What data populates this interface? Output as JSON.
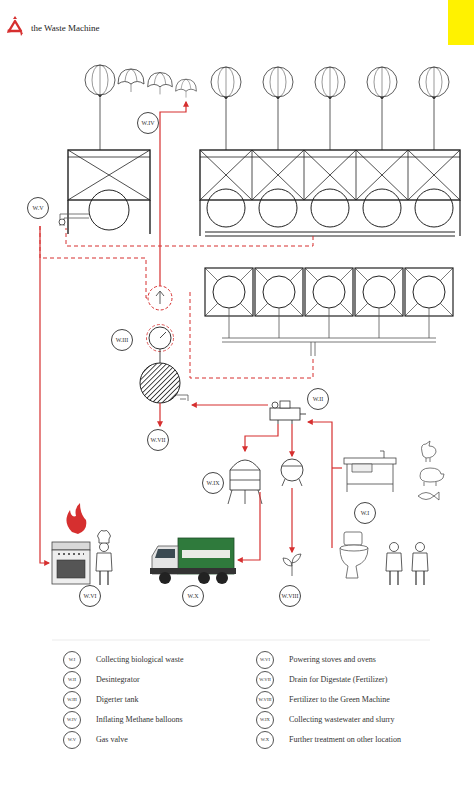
{
  "diagram": {
    "title": "the Waste Machine",
    "labels": [
      "W.I",
      "W.II",
      "W.III",
      "W.IV",
      "W.V",
      "W.VI",
      "W.VII",
      "W.VIII",
      "W.IX",
      "W.X",
      "W.I",
      "W.II",
      "W.III",
      "W.IV",
      "W.V",
      "W.VI",
      "W.VII",
      "W.VIII",
      "W.IX",
      "W.X"
    ],
    "legend": [
      {
        "text": "Collecting biological waste"
      },
      {
        "text": "Desintegrator"
      },
      {
        "text": "Digerter tank"
      },
      {
        "text": "Inflating Methane balloons"
      },
      {
        "text": "Gas valve"
      },
      {
        "text": "Powering stoves and ovens"
      },
      {
        "text": "Drain for Digestate (Fertilizer)"
      },
      {
        "text": "Fertilizer to the Green Machine"
      },
      {
        "text": "Collecting wastewater and slurry"
      },
      {
        "text": "Further treatment on other location"
      }
    ]
  }
}
